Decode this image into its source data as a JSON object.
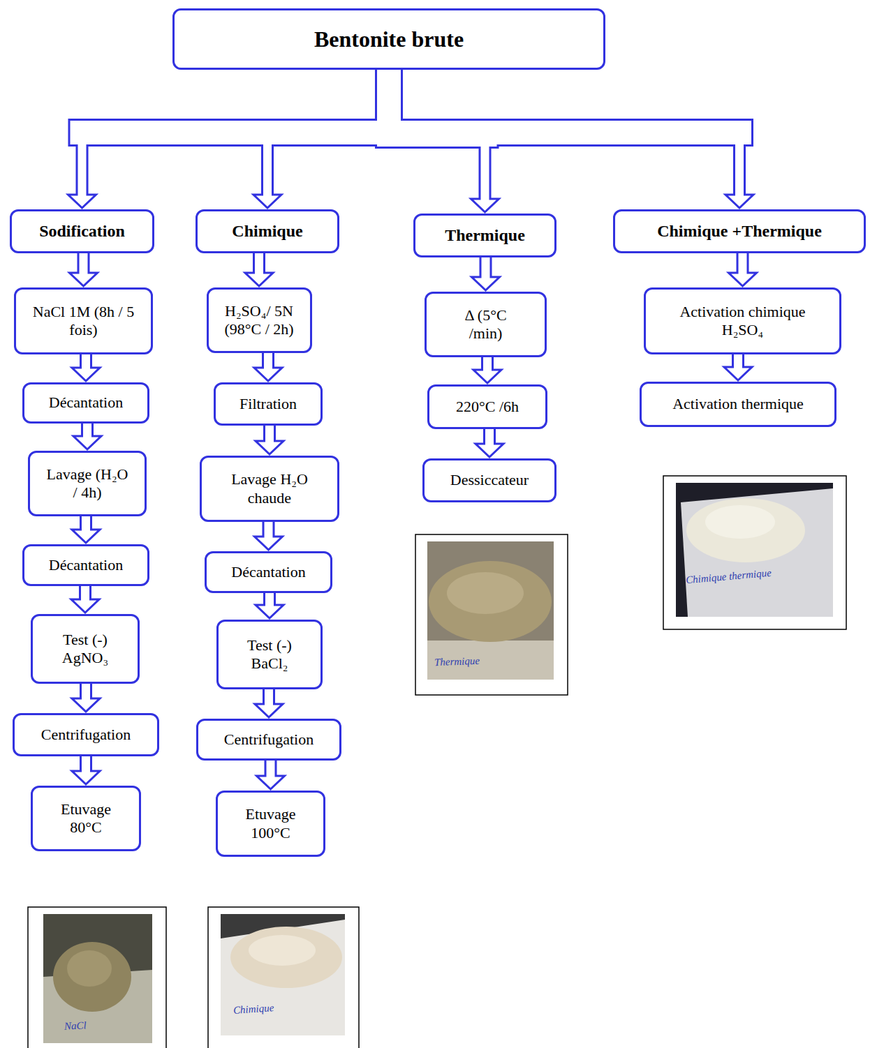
{
  "diagram": {
    "nodes": [
      {
        "text": [
          "Bentonite brute"
        ]
      },
      {
        "text": [
          "Sodification"
        ]
      },
      {
        "text": [
          "Chimique"
        ]
      },
      {
        "text": [
          "Thermique"
        ]
      },
      {
        "text": [
          "Chimique +Thermique"
        ]
      },
      {
        "text": [
          "NaCl 1M (8h / 5 fois)"
        ]
      },
      {
        "text": [
          "Décantation"
        ]
      },
      {
        "text": [
          "Lavage (H₂O / 4h)"
        ]
      },
      {
        "text": [
          "Décantation"
        ]
      },
      {
        "text": [
          "Test (-) AgNO₃"
        ]
      },
      {
        "text": [
          "Centrifugation"
        ]
      },
      {
        "text": [
          "Etuvage 80°C"
        ]
      },
      {
        "text": [
          "H₂SO₄/ 5N (98°C / 2h)"
        ]
      },
      {
        "text": [
          "Filtration"
        ]
      },
      {
        "text": [
          "Lavage H₂O chaude"
        ]
      },
      {
        "text": [
          "Décantation"
        ]
      },
      {
        "text": [
          "Test (-) BaCl₂"
        ]
      },
      {
        "text": [
          "Centrifugation"
        ]
      },
      {
        "text": [
          "Etuvage 100°C"
        ]
      },
      {
        "text": [
          "Δ (5°C /min)"
        ]
      },
      {
        "text": [
          "220°C /6h"
        ]
      },
      {
        "text": [
          "Dessiccateur"
        ]
      },
      {
        "text": [
          "Activation chimique H₂SO₄"
        ]
      },
      {
        "text": [
          "Activation thermique"
        ]
      }
    ],
    "edges": [
      {
        "from": 0,
        "to": 1,
        "arrow": "to"
      },
      {
        "from": 0,
        "to": 2,
        "arrow": "to"
      },
      {
        "from": 0,
        "to": 3,
        "arrow": "to"
      },
      {
        "from": 0,
        "to": 4,
        "arrow": "to"
      },
      {
        "from": 1,
        "to": 5,
        "arrow": "to"
      },
      {
        "from": 5,
        "to": 6,
        "arrow": "to"
      },
      {
        "from": 6,
        "to": 7,
        "arrow": "to"
      },
      {
        "from": 7,
        "to": 8,
        "arrow": "to"
      },
      {
        "from": 8,
        "to": 9,
        "arrow": "to"
      },
      {
        "from": 9,
        "to": 10,
        "arrow": "to"
      },
      {
        "from": 10,
        "to": 11,
        "arrow": "to"
      },
      {
        "from": 2,
        "to": 12,
        "arrow": "to"
      },
      {
        "from": 12,
        "to": 13,
        "arrow": "to"
      },
      {
        "from": 13,
        "to": 14,
        "arrow": "to"
      },
      {
        "from": 14,
        "to": 15,
        "arrow": "to"
      },
      {
        "from": 15,
        "to": 16,
        "arrow": "to"
      },
      {
        "from": 16,
        "to": 17,
        "arrow": "to"
      },
      {
        "from": 17,
        "to": 18,
        "arrow": "to"
      },
      {
        "from": 3,
        "to": 19,
        "arrow": "to"
      },
      {
        "from": 19,
        "to": 20,
        "arrow": "to"
      },
      {
        "from": 20,
        "to": 21,
        "arrow": "to"
      },
      {
        "from": 4,
        "to": 22,
        "arrow": "to"
      },
      {
        "from": 22,
        "to": 23,
        "arrow": "to"
      }
    ],
    "labels": [
      "Chimique thermique",
      "Thermique",
      "NaCl",
      "Chimique"
    ]
  }
}
